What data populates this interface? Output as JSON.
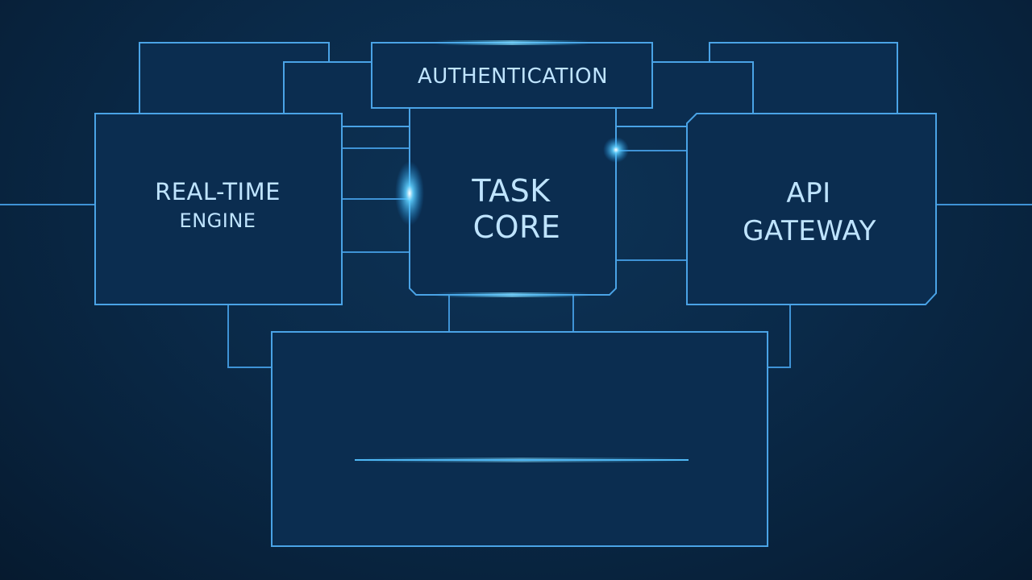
{
  "diagram": {
    "modules": {
      "authentication": "AUTHENTICATION",
      "task_core": [
        "TASK",
        "CORE"
      ],
      "realtime_engine": [
        "REAL-TIME",
        "ENGINE"
      ],
      "api_gateway": [
        "API",
        "GATEWAY"
      ]
    }
  },
  "colors": {
    "background": "#0a2a49",
    "line": "#4aa3e6",
    "glow": "#3fc0ff",
    "text": "#bfe4ff"
  }
}
